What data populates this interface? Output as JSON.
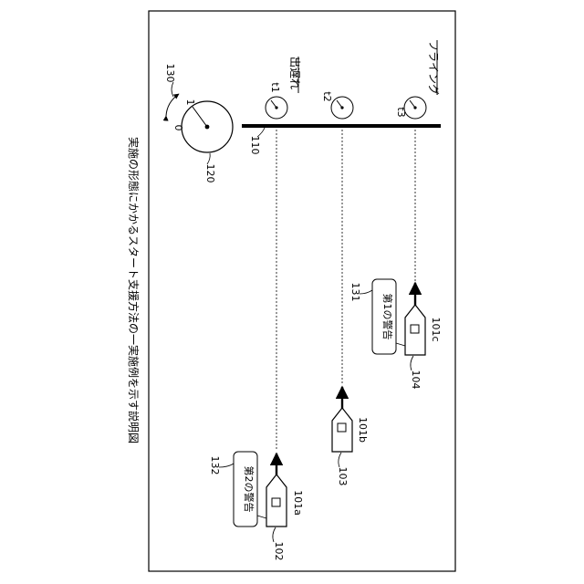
{
  "caption": "実施の形態にかかるスタート支援方法の一実施例を示す説明図",
  "reference_numbers": {
    "start_line": "110",
    "dial": "120",
    "dial_rotation": "130",
    "boat_a_ref": "101a",
    "boat_b_ref": "101b",
    "boat_c_ref": "101c",
    "boat_a_marker": "102",
    "boat_b_marker": "103",
    "boat_c_marker": "104",
    "warning_1_ref": "131",
    "warning_2_ref": "132"
  },
  "dial_labels": {
    "zero": "0",
    "one": "1"
  },
  "time_labels": {
    "t1": "t1",
    "t2": "t2",
    "t3": "t3"
  },
  "status_labels": {
    "late": "出遅れ",
    "flying": "フライング"
  },
  "warnings": {
    "first": "第1の警告",
    "second": "第2の警告"
  },
  "colors": {
    "ink": "#000000",
    "paper": "#ffffff"
  }
}
